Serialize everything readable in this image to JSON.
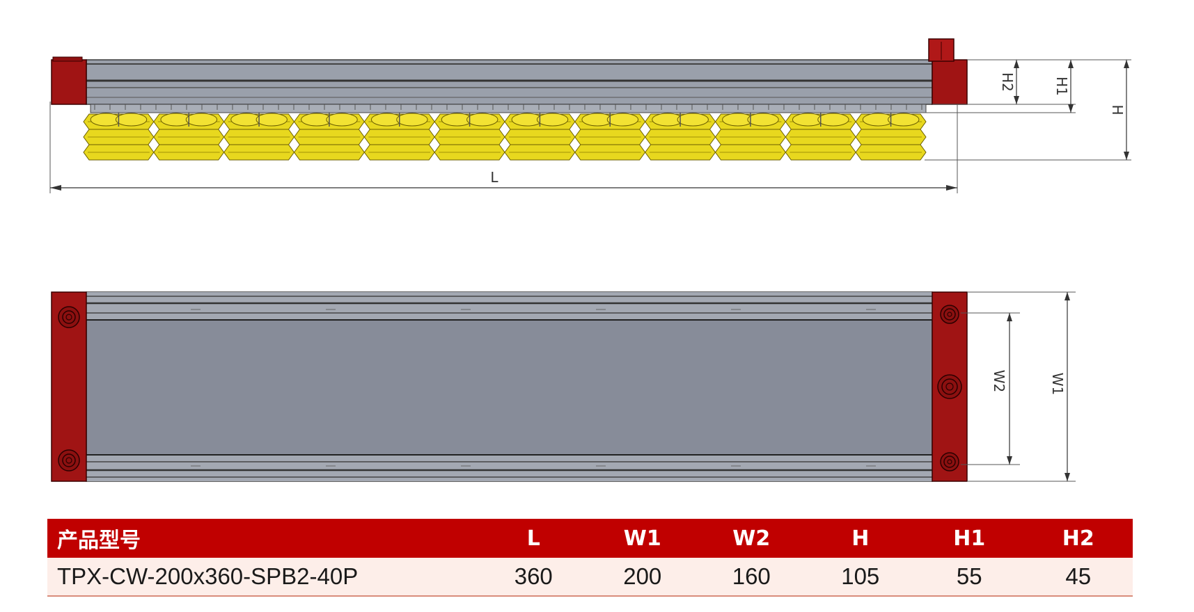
{
  "dimension_labels": {
    "L": "L",
    "H": "H",
    "H1": "H1",
    "H2": "H2",
    "W1": "W1",
    "W2": "W2"
  },
  "table": {
    "headers": [
      "产品型号",
      "L",
      "W1",
      "W2",
      "H",
      "H1",
      "H2"
    ],
    "rows": [
      [
        "TPX-CW-200x360-SPB2-40P",
        "360",
        "200",
        "160",
        "105",
        "55",
        "45"
      ]
    ]
  },
  "colors": {
    "end_cap": "#a01414",
    "body": "#8a8f9c",
    "suction_cup": "#e8d81e",
    "header_bg": "#c00000",
    "row_bg": "#fdeee9"
  }
}
